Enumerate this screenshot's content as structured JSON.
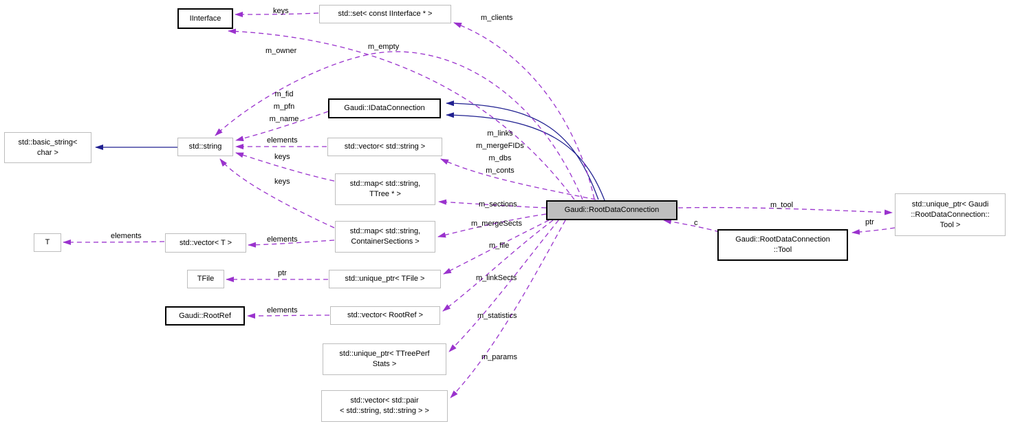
{
  "colors": {
    "edge_usage": "#9a32cd",
    "edge_inherit": "#202090",
    "node_border_external": "#bdbdbd",
    "node_border_documented": "#000000",
    "main_node_fill": "#bfbfbf",
    "background": "#ffffff",
    "text": "#000000"
  },
  "nodes": {
    "iinterface": {
      "label": "IInterface"
    },
    "set_iinterface": {
      "label": "std::set< const IInterface * >"
    },
    "idataconnection": {
      "label": "Gaudi::IDataConnection"
    },
    "basic_string": {
      "label": "std::basic_string<\nchar >"
    },
    "string": {
      "label": "std::string"
    },
    "vector_string": {
      "label": "std::vector< std::string >"
    },
    "map_ttree": {
      "label": "std::map< std::string,\nTTree * >"
    },
    "map_container": {
      "label": "std::map< std::string,\nContainerSections >"
    },
    "t": {
      "label": "T"
    },
    "vector_t": {
      "label": "std::vector< T >"
    },
    "tfile": {
      "label": "TFile"
    },
    "unique_tfile": {
      "label": "std::unique_ptr< TFile >"
    },
    "rootref": {
      "label": "Gaudi::RootRef"
    },
    "vector_rootref": {
      "label": "std::vector< RootRef >"
    },
    "unique_ttreeperf": {
      "label": "std::unique_ptr< TTreePerf\nStats >"
    },
    "vector_pair": {
      "label": "std::vector< std::pair\n< std::string, std::string > >"
    },
    "main": {
      "label": "Gaudi::RootDataConnection"
    },
    "tool": {
      "label": "Gaudi::RootDataConnection\n::Tool"
    },
    "unique_tool": {
      "label": "std::unique_ptr< Gaudi\n::RootDataConnection::\nTool >"
    }
  },
  "edge_labels": {
    "keys_set": "keys",
    "m_clients": "m_clients",
    "m_empty": "m_empty",
    "m_owner": "m_owner",
    "m_fid_group": "m_fid\nm_pfn\nm_name",
    "elements_string": "elements",
    "keys_map_ttree": "keys",
    "keys_map_container": "keys",
    "m_links_group": "m_links\nm_mergeFIDs\nm_dbs\nm_conts",
    "m_sections": "m_sections",
    "m_mergesects": "m_mergeSects",
    "elements_t": "elements",
    "elements_vector_t": "elements",
    "m_file": "m_file",
    "ptr_tfile": "ptr",
    "m_linksects": "m_linkSects",
    "elements_rootref": "elements",
    "m_statistics": "m_statistics",
    "m_params": "m_params",
    "m_tool": "m_tool",
    "c": "c",
    "ptr_tool": "ptr"
  }
}
